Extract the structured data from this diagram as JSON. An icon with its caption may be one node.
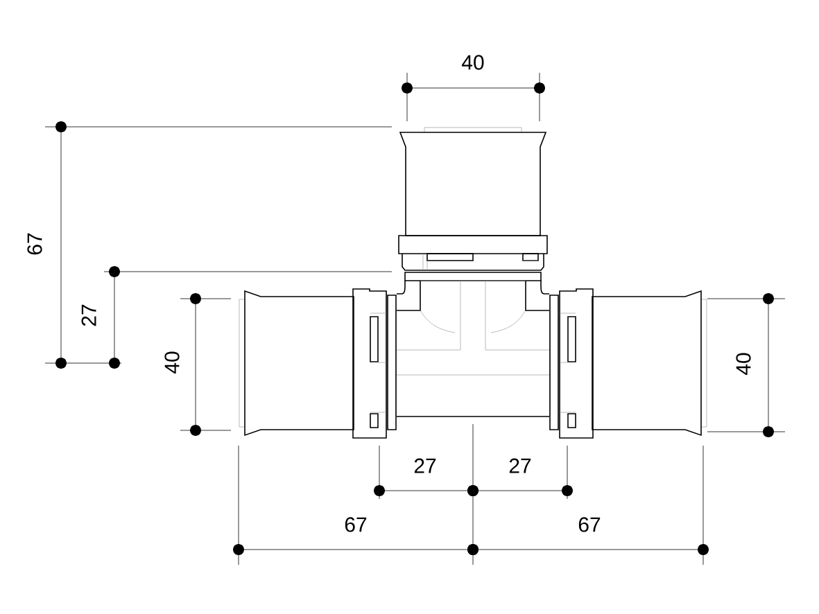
{
  "diagram": {
    "labels": [
      "40",
      "67",
      "27",
      "40",
      "40",
      "27",
      "27",
      "67",
      "67"
    ]
  }
}
